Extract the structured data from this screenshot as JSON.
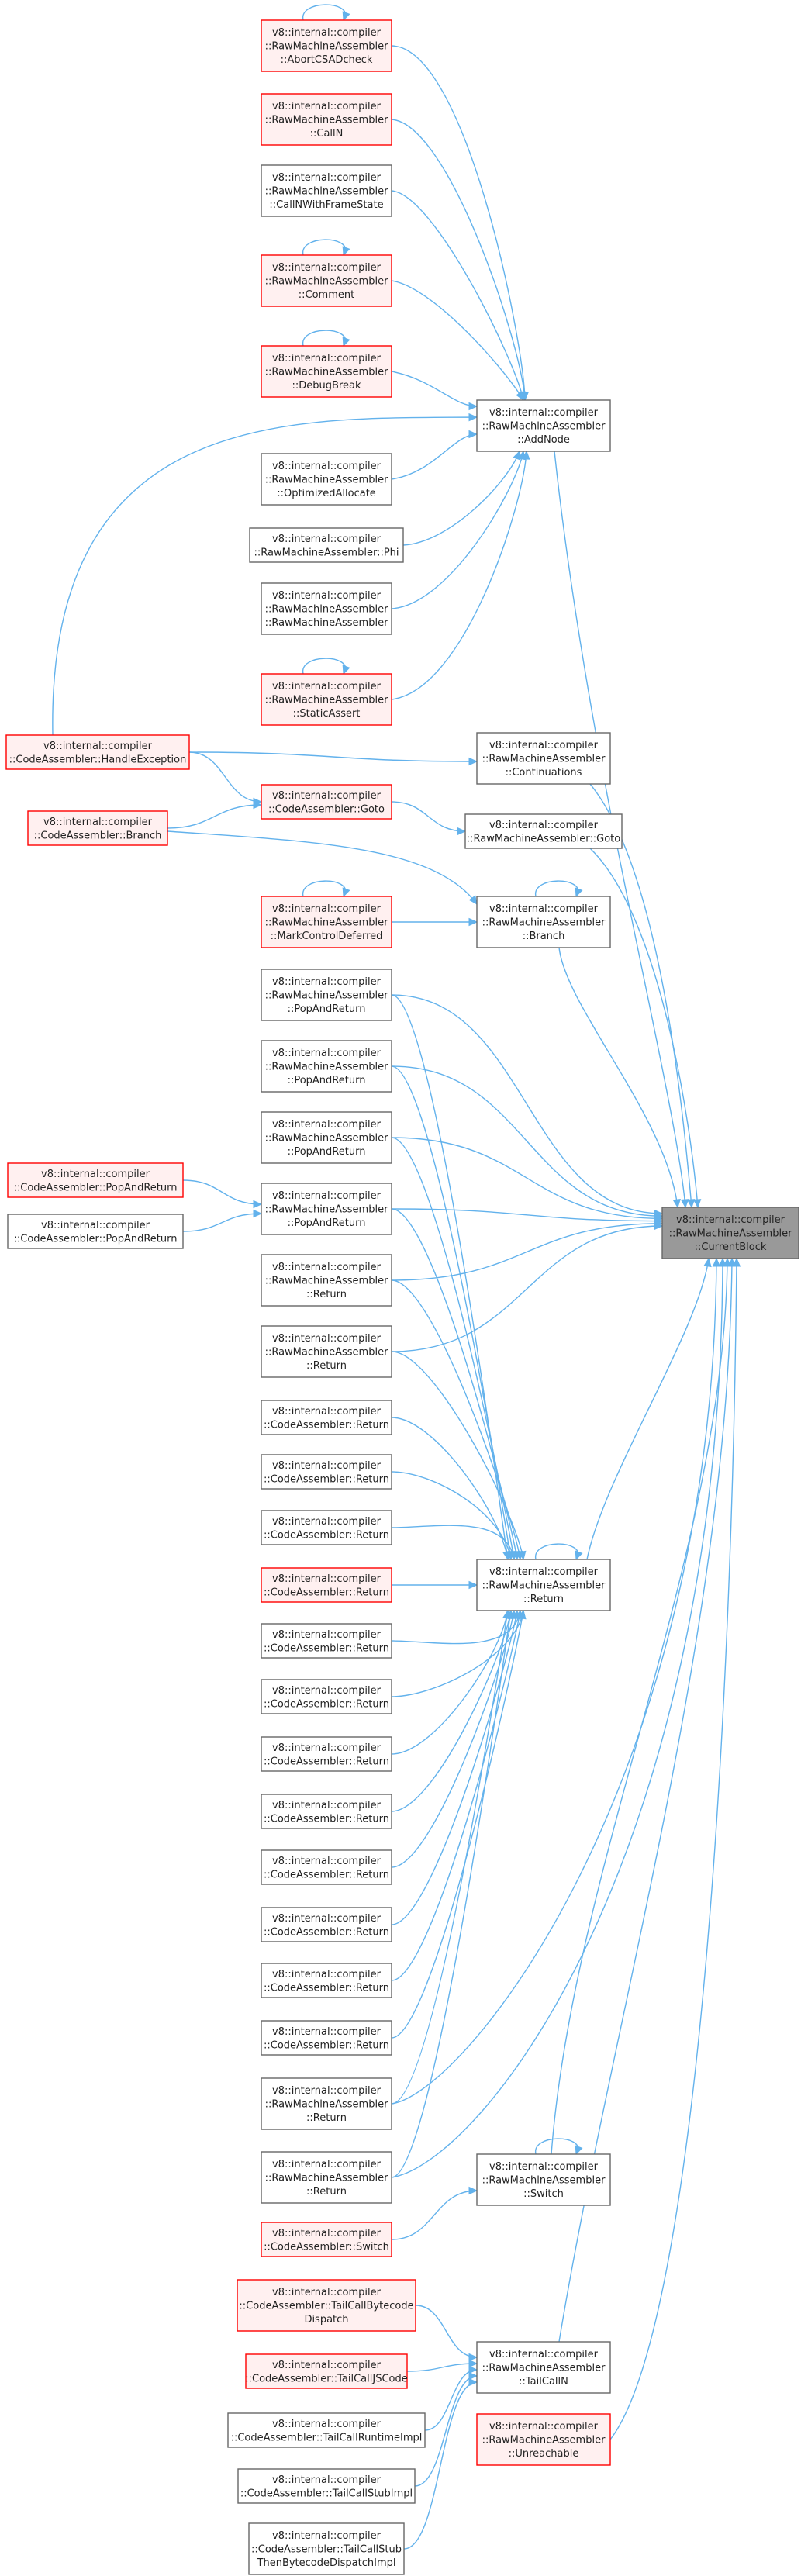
{
  "colors": {
    "edge": "#63b2ec",
    "plain_border": "#666666",
    "plain_fill": "#ffffff",
    "red_border": "#ff0000",
    "red_fill": "#fff0f0",
    "root_border": "#666666",
    "root_fill": "#999999"
  },
  "nodes": [
    {
      "id": "abort",
      "style": "red",
      "lines": [
        "v8::internal::compiler",
        "::RawMachineAssembler",
        "::AbortCSADcheck"
      ]
    },
    {
      "id": "calln",
      "style": "red",
      "lines": [
        "v8::internal::compiler",
        "::RawMachineAssembler",
        "::CallN"
      ]
    },
    {
      "id": "callnwfs",
      "style": "plain",
      "lines": [
        "v8::internal::compiler",
        "::RawMachineAssembler",
        "::CallNWithFrameState"
      ]
    },
    {
      "id": "comment",
      "style": "red",
      "lines": [
        "v8::internal::compiler",
        "::RawMachineAssembler",
        "::Comment"
      ]
    },
    {
      "id": "debugbreak",
      "style": "red",
      "lines": [
        "v8::internal::compiler",
        "::RawMachineAssembler",
        "::DebugBreak"
      ]
    },
    {
      "id": "addnode",
      "style": "plain",
      "lines": [
        "v8::internal::compiler",
        "::RawMachineAssembler",
        "::AddNode"
      ]
    },
    {
      "id": "optalloc",
      "style": "plain",
      "lines": [
        "v8::internal::compiler",
        "::RawMachineAssembler",
        "::OptimizedAllocate"
      ]
    },
    {
      "id": "phi",
      "style": "plain",
      "lines": [
        "v8::internal::compiler",
        "::RawMachineAssembler::Phi"
      ]
    },
    {
      "id": "rmactor",
      "style": "plain",
      "lines": [
        "v8::internal::compiler",
        "::RawMachineAssembler",
        "::RawMachineAssembler"
      ]
    },
    {
      "id": "staticassert",
      "style": "red",
      "lines": [
        "v8::internal::compiler",
        "::RawMachineAssembler",
        "::StaticAssert"
      ]
    },
    {
      "id": "handleexc",
      "style": "red",
      "lines": [
        "v8::internal::compiler",
        "::CodeAssembler::HandleException"
      ]
    },
    {
      "id": "continuations",
      "style": "plain",
      "lines": [
        "v8::internal::compiler",
        "::RawMachineAssembler",
        "::Continuations"
      ]
    },
    {
      "id": "cagoto",
      "style": "red",
      "lines": [
        "v8::internal::compiler",
        "::CodeAssembler::Goto"
      ]
    },
    {
      "id": "cabranch",
      "style": "red",
      "lines": [
        "v8::internal::compiler",
        "::CodeAssembler::Branch"
      ]
    },
    {
      "id": "rmagoto",
      "style": "plain",
      "lines": [
        "v8::internal::compiler",
        "::RawMachineAssembler::Goto"
      ]
    },
    {
      "id": "markctrl",
      "style": "red",
      "lines": [
        "v8::internal::compiler",
        "::RawMachineAssembler",
        "::MarkControlDeferred"
      ]
    },
    {
      "id": "rmabranch",
      "style": "plain",
      "lines": [
        "v8::internal::compiler",
        "::RawMachineAssembler",
        "::Branch"
      ]
    },
    {
      "id": "par1",
      "style": "plain",
      "lines": [
        "v8::internal::compiler",
        "::RawMachineAssembler",
        "::PopAndReturn"
      ]
    },
    {
      "id": "par2",
      "style": "plain",
      "lines": [
        "v8::internal::compiler",
        "::RawMachineAssembler",
        "::PopAndReturn"
      ]
    },
    {
      "id": "par3",
      "style": "plain",
      "lines": [
        "v8::internal::compiler",
        "::RawMachineAssembler",
        "::PopAndReturn"
      ]
    },
    {
      "id": "capar1",
      "style": "red",
      "lines": [
        "v8::internal::compiler",
        "::CodeAssembler::PopAndReturn"
      ]
    },
    {
      "id": "capar2",
      "style": "plain",
      "lines": [
        "v8::internal::compiler",
        "::CodeAssembler::PopAndReturn"
      ]
    },
    {
      "id": "par4",
      "style": "plain",
      "lines": [
        "v8::internal::compiler",
        "::RawMachineAssembler",
        "::PopAndReturn"
      ]
    },
    {
      "id": "root",
      "style": "root",
      "lines": [
        "v8::internal::compiler",
        "::RawMachineAssembler",
        "::CurrentBlock"
      ]
    },
    {
      "id": "rret1",
      "style": "plain",
      "lines": [
        "v8::internal::compiler",
        "::RawMachineAssembler",
        "::Return"
      ]
    },
    {
      "id": "rret2",
      "style": "plain",
      "lines": [
        "v8::internal::compiler",
        "::RawMachineAssembler",
        "::Return"
      ]
    },
    {
      "id": "caret1",
      "style": "plain",
      "lines": [
        "v8::internal::compiler",
        "::CodeAssembler::Return"
      ]
    },
    {
      "id": "caret2",
      "style": "plain",
      "lines": [
        "v8::internal::compiler",
        "::CodeAssembler::Return"
      ]
    },
    {
      "id": "caret3",
      "style": "plain",
      "lines": [
        "v8::internal::compiler",
        "::CodeAssembler::Return"
      ]
    },
    {
      "id": "caret4",
      "style": "red",
      "lines": [
        "v8::internal::compiler",
        "::CodeAssembler::Return"
      ]
    },
    {
      "id": "rmareturn",
      "style": "plain",
      "lines": [
        "v8::internal::compiler",
        "::RawMachineAssembler",
        "::Return"
      ]
    },
    {
      "id": "caret5",
      "style": "plain",
      "lines": [
        "v8::internal::compiler",
        "::CodeAssembler::Return"
      ]
    },
    {
      "id": "caret6",
      "style": "plain",
      "lines": [
        "v8::internal::compiler",
        "::CodeAssembler::Return"
      ]
    },
    {
      "id": "caret7",
      "style": "plain",
      "lines": [
        "v8::internal::compiler",
        "::CodeAssembler::Return"
      ]
    },
    {
      "id": "caret8",
      "style": "plain",
      "lines": [
        "v8::internal::compiler",
        "::CodeAssembler::Return"
      ]
    },
    {
      "id": "caret9",
      "style": "plain",
      "lines": [
        "v8::internal::compiler",
        "::CodeAssembler::Return"
      ]
    },
    {
      "id": "caret10",
      "style": "plain",
      "lines": [
        "v8::internal::compiler",
        "::CodeAssembler::Return"
      ]
    },
    {
      "id": "caret11",
      "style": "plain",
      "lines": [
        "v8::internal::compiler",
        "::CodeAssembler::Return"
      ]
    },
    {
      "id": "caret12",
      "style": "plain",
      "lines": [
        "v8::internal::compiler",
        "::CodeAssembler::Return"
      ]
    },
    {
      "id": "rret3",
      "style": "plain",
      "lines": [
        "v8::internal::compiler",
        "::RawMachineAssembler",
        "::Return"
      ]
    },
    {
      "id": "rret4",
      "style": "plain",
      "lines": [
        "v8::internal::compiler",
        "::RawMachineAssembler",
        "::Return"
      ]
    },
    {
      "id": "rmaswitch",
      "style": "plain",
      "lines": [
        "v8::internal::compiler",
        "::RawMachineAssembler",
        "::Switch"
      ]
    },
    {
      "id": "caswitch",
      "style": "red",
      "lines": [
        "v8::internal::compiler",
        "::CodeAssembler::Switch"
      ]
    },
    {
      "id": "tcbd",
      "style": "red",
      "lines": [
        "v8::internal::compiler",
        "::CodeAssembler::TailCallBytecode",
        "Dispatch"
      ]
    },
    {
      "id": "tcjs",
      "style": "red",
      "lines": [
        "v8::internal::compiler",
        "::CodeAssembler::TailCallJSCode"
      ]
    },
    {
      "id": "tailcalln",
      "style": "plain",
      "lines": [
        "v8::internal::compiler",
        "::RawMachineAssembler",
        "::TailCallN"
      ]
    },
    {
      "id": "unreachable",
      "style": "red",
      "lines": [
        "v8::internal::compiler",
        "::RawMachineAssembler",
        "::Unreachable"
      ]
    },
    {
      "id": "tcrt",
      "style": "plain",
      "lines": [
        "v8::internal::compiler",
        "::CodeAssembler::TailCallRuntimeImpl"
      ]
    },
    {
      "id": "tcstub",
      "style": "plain",
      "lines": [
        "v8::internal::compiler",
        "::CodeAssembler::TailCallStubImpl"
      ]
    },
    {
      "id": "tcstubtbd",
      "style": "plain",
      "lines": [
        "v8::internal::compiler",
        "::CodeAssembler::TailCallStub",
        "ThenBytecodeDispatchImpl"
      ]
    }
  ]
}
